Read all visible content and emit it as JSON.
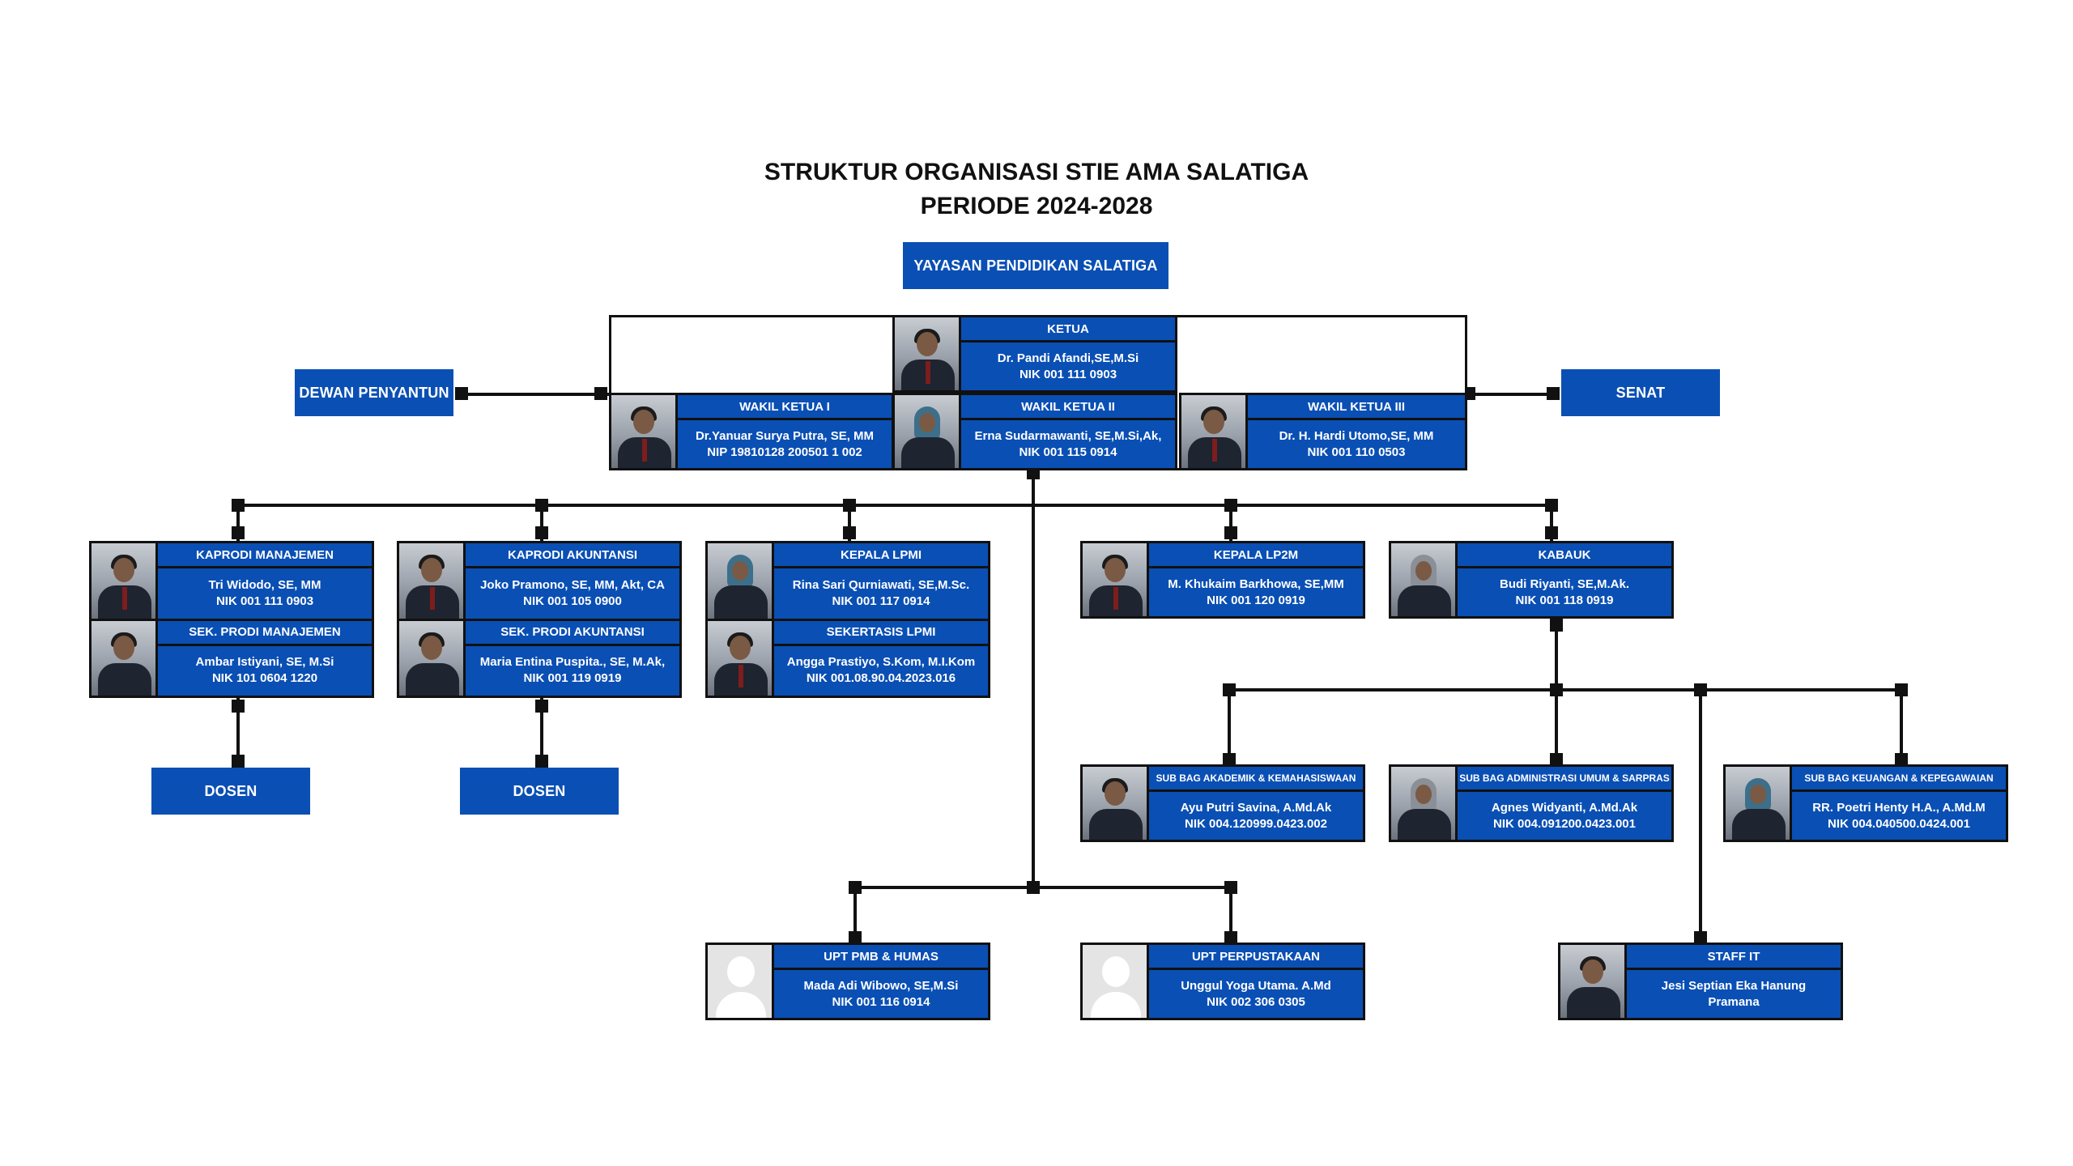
{
  "title": {
    "line1": "STRUKTUR ORGANISASI STIE AMA SALATIGA",
    "line2": "PERIODE 2024-2028"
  },
  "boxes": {
    "yayasan": "YAYASAN PENDIDIKAN SALATIGA",
    "dewan": "DEWAN PENYANTUN",
    "senat": "SENAT",
    "dosen1": "DOSEN",
    "dosen2": "DOSEN"
  },
  "cards": {
    "ketua": {
      "role": "KETUA",
      "name": "Dr. Pandi Afandi,SE,M.Si",
      "id": "NIK 001 111 0903"
    },
    "wakil1": {
      "role": "WAKIL KETUA I",
      "name": "Dr.Yanuar Surya Putra, SE, MM",
      "id": "NIP 19810128 200501 1 002"
    },
    "wakil2": {
      "role": "WAKIL KETUA II",
      "name": "Erna Sudarmawanti, SE,M.Si,Ak,",
      "id": "NIK 001 115 0914"
    },
    "wakil3": {
      "role": "WAKIL KETUA III",
      "name": "Dr. H. Hardi Utomo,SE, MM",
      "id": "NIK 001 110 0503"
    },
    "kaprodi_man": {
      "role": "KAPRODI MANAJEMEN",
      "name": "Tri Widodo, SE, MM",
      "id": "NIK 001 111 0903"
    },
    "sek_man": {
      "role": "SEK. PRODI MANAJEMEN",
      "name": "Ambar Istiyani, SE, M.Si",
      "id": "NIK 101 0604 1220"
    },
    "kaprodi_ak": {
      "role": "KAPRODI AKUNTANSI",
      "name": "Joko Pramono, SE, MM, Akt, CA",
      "id": "NIK 001 105 0900"
    },
    "sek_ak": {
      "role": "SEK. PRODI AKUNTANSI",
      "name": "Maria Entina Puspita., SE, M.Ak,",
      "id": "NIK 001 119 0919"
    },
    "lpmi": {
      "role": "KEPALA LPMI",
      "name": "Rina Sari Qurniawati, SE,M.Sc.",
      "id": "NIK 001 117 0914"
    },
    "sek_lpmi": {
      "role": "SEKERTASIS LPMI",
      "name": "Angga Prastiyo, S.Kom, M.I.Kom",
      "id": "NIK 001.08.90.04.2023.016"
    },
    "lp2m": {
      "role": "KEPALA LP2M",
      "name": "M. Khukaim Barkhowa, SE,MM",
      "id": "NIK 001 120 0919"
    },
    "kabauk": {
      "role": "KABAUK",
      "name": "Budi Riyanti, SE,M.Ak.",
      "id": "NIK 001 118 0919"
    },
    "subbag_akad": {
      "role": "SUB BAG AKADEMIK & KEMAHASISWAAN",
      "name": "Ayu Putri Savina, A.Md.Ak",
      "id": "NIK 004.120999.0423.002"
    },
    "subbag_adm": {
      "role": "SUB BAG ADMINISTRASI UMUM & SARPRAS",
      "name": "Agnes Widyanti, A.Md.Ak",
      "id": "NIK 004.091200.0423.001"
    },
    "subbag_keu": {
      "role": "SUB BAG KEUANGAN & KEPEGAWAIAN",
      "name": "RR. Poetri Henty H.A., A.Md.M",
      "id": "NIK 004.040500.0424.001"
    },
    "upt_pmb": {
      "role": "UPT PMB & HUMAS",
      "name": "Mada Adi Wibowo, SE,M.Si",
      "id": "NIK 001 116 0914"
    },
    "upt_perp": {
      "role": "UPT PERPUSTAKAAN",
      "name": "Unggul Yoga Utama. A.Md",
      "id": "NIK 002 306 0305"
    },
    "staff_it": {
      "role": "STAFF IT",
      "name": "Jesi Septian Eka Hanung",
      "id": "Pramana"
    }
  },
  "colors": {
    "box_blue": "#0a4fb4",
    "line": "#111111"
  }
}
